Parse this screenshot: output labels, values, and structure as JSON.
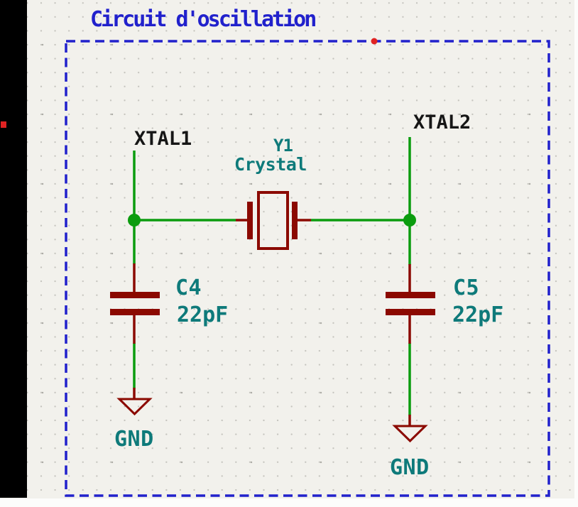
{
  "app": {
    "kind": "schematic-editor-canvas"
  },
  "sheet": {
    "title": "Circuit d'oscillation"
  },
  "net_labels": {
    "xtal1": "XTAL1",
    "xtal2": "XTAL2"
  },
  "components": {
    "crystal": {
      "ref": "Y1",
      "value": "Crystal"
    },
    "c4": {
      "ref": "C4",
      "value": "22pF"
    },
    "c5": {
      "ref": "C5",
      "value": "22pF"
    }
  },
  "power": {
    "gnd_left": "GND",
    "gnd_right": "GND"
  },
  "colors": {
    "canvas_background": "#F2F1EC",
    "grid_dot": "#C4C3BD",
    "sheet_outline_blue": "#2121CC",
    "title_blue": "#2121CC",
    "wire_green": "#0B9C0E",
    "symbol_maroon": "#8B0900",
    "field_teal": "#0E7A7A",
    "net_label_black": "#161616",
    "marker_red": "#E02222",
    "toolbar_strip_black": "#000000"
  }
}
